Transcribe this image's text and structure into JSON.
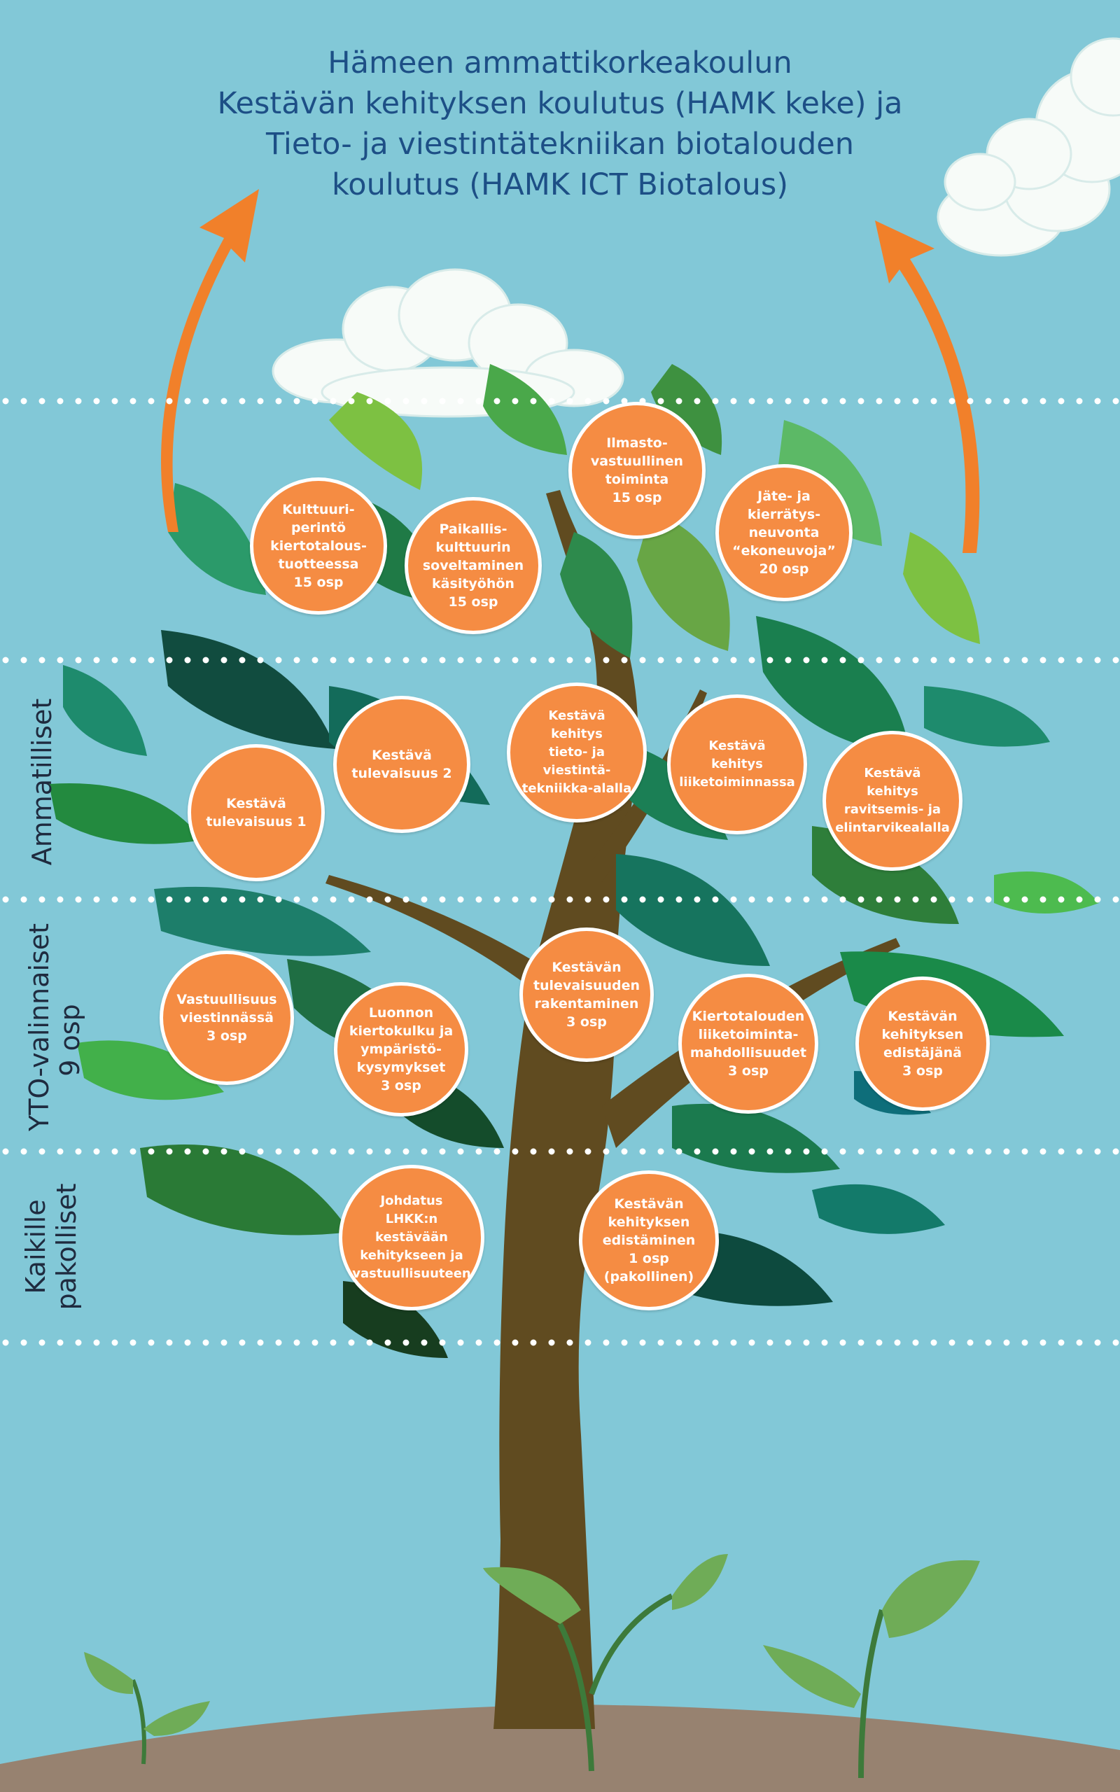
{
  "title": {
    "line1": "Hämeen ammattikorkeakoulun",
    "line2": "Kestävän kehityksen koulutus (HAMK keke) ja",
    "line3": "Tieto- ja viestintätekniikan biotalouden",
    "line4": "koulutus (HAMK ICT Biotalous)"
  },
  "side_labels": {
    "ammatilliset": "Ammatilliset",
    "yto_line1": "YTO-valinnaiset",
    "yto_line2": "9 osp",
    "kaikille_line1": "Kaikille",
    "kaikille_line2": "pakolliset"
  },
  "nodes": {
    "kulttuuriperinto": "Kulttuuri-\nperintö\nkiertotalous-\ntuotteessa\n15 osp",
    "paikalliskulttuuri": "Paikallis-\nkulttuurin\nsoveltaminen\nkäsityöhön\n15 osp",
    "ilmasto": "Ilmasto-\nvastuullinen\ntoiminta\n15 osp",
    "jate": "Jäte- ja\nkierrätys-\nneuvonta\n“ekoneuvoja”\n20 osp",
    "tulevaisuus1": "Kestävä\ntulevaisuus 1",
    "tulevaisuus2": "Kestävä\ntulevaisuus 2",
    "tieto": "Kestävä\nkehitys\ntieto- ja viestintä-\ntekniikka-alalla",
    "liiketoiminta": "Kestävä\nkehitys\nliiketoiminnassa",
    "ravitsemis": "Kestävä\nkehitys\nravitsemis- ja\nelintarvikealalla",
    "vastuullisuus": "Vastuullisuus\nviestinnässä\n3 osp",
    "luonnon": "Luonnon\nkiertokulku ja\nympäristö-\nkysymykset\n3 osp",
    "rakentaminen": "Kestävän\ntulevaisuuden\nrakentaminen\n3 osp",
    "kiertotalous": "Kiertotalouden\nliiketoiminta-\nmahdollisuudet\n3 osp",
    "edistaja": "Kestävän\nkehityksen\nedistäjänä\n3 osp",
    "johdatus": "Johdatus\nLHKK:n\nkestävään\nkehitykseen ja\nvastuullisuuteen",
    "edistaminen": "Kestävän\nkehityksen\nedistäminen\n1 osp\n(pakollinen)"
  },
  "colors": {
    "sky": "#82c8d7",
    "node_fill": "#f58c43",
    "node_border": "#ffffff",
    "trunk": "#604b20",
    "ground": "#978270",
    "arrow": "#f1802a",
    "title_text": "#1d4f86"
  }
}
